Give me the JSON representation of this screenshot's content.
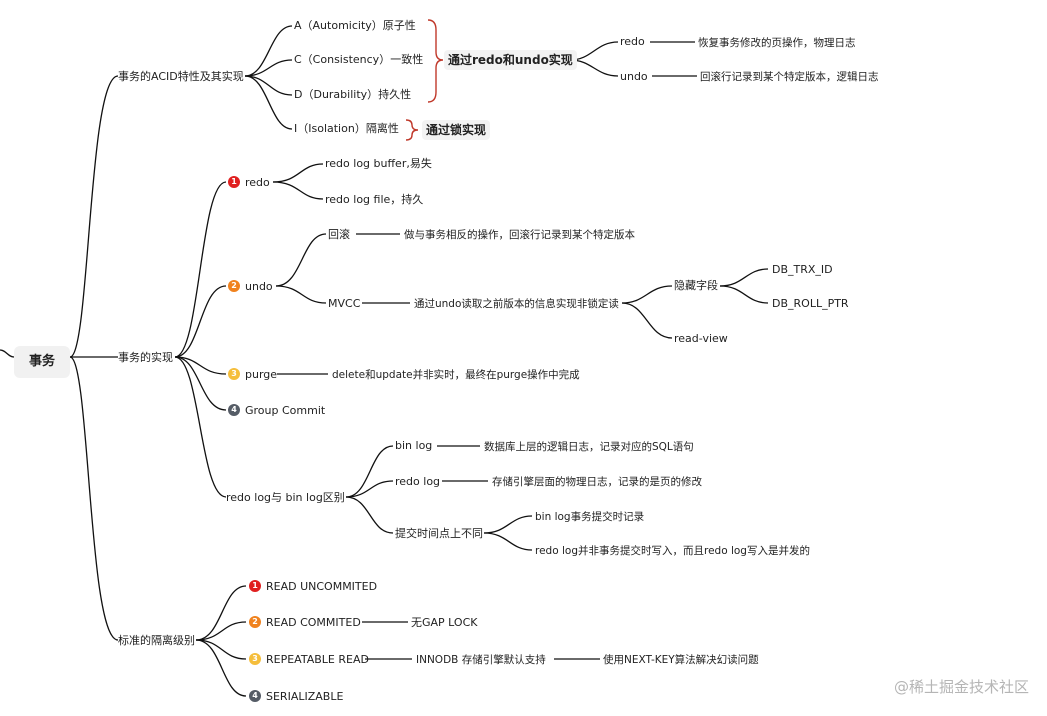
{
  "root": "事务",
  "acid": {
    "label": "事务的ACID特性及其实现",
    "items": [
      "A（Automicity）原子性",
      "C（Consistency）一致性",
      "D（Durability）持久性",
      "I（Isolation）隔离性"
    ],
    "redo_undo_box": "通过redo和undo实现",
    "lock_box": "通过锁实现",
    "redo": "redo",
    "redo_desc": "恢复事务修改的页操作，物理日志",
    "undo": "undo",
    "undo_desc": "回滚行记录到某个特定版本，逻辑日志"
  },
  "impl": {
    "label": "事务的实现",
    "redo": {
      "badge": "1",
      "label": "redo",
      "children": [
        "redo log buffer,易失",
        "redo log file，持久"
      ]
    },
    "undo": {
      "badge": "2",
      "label": "undo",
      "rollback": "回滚",
      "rollback_desc": "做与事务相反的操作，回滚行记录到某个特定版本",
      "mvcc": "MVCC",
      "mvcc_desc": "通过undo读取之前版本的信息实现非锁定读",
      "hidden": "隐藏字段",
      "hidden_children": [
        "DB_TRX_ID",
        "DB_ROLL_PTR"
      ],
      "readview": "read-view"
    },
    "purge": {
      "badge": "3",
      "label": "purge",
      "desc": "delete和update并非实时，最终在purge操作中完成"
    },
    "group_commit": {
      "badge": "4",
      "label": "Group Commit"
    },
    "diff": {
      "label": "redo log与 bin log区别",
      "binlog": "bin log",
      "binlog_desc": "数据库上层的逻辑日志，记录对应的SQL语句",
      "redolog": "redo log",
      "redolog_desc": "存储引擎层面的物理日志，记录的是页的修改",
      "time": "提交时间点上不同",
      "time_children": [
        "bin log事务提交时记录",
        "redo log并非事务提交时写入，而且redo log写入是并发的"
      ]
    }
  },
  "isolation": {
    "label": "标准的隔离级别",
    "levels": [
      {
        "badge": "1",
        "label": "READ UNCOMMITED"
      },
      {
        "badge": "2",
        "label": "READ COMMITED"
      },
      {
        "badge": "3",
        "label": "REPEATABLE READ"
      },
      {
        "badge": "4",
        "label": "SERIALIZABLE"
      }
    ],
    "rc_desc": "无GAP LOCK",
    "rr_desc": "INNODB 存储引擎默认支持",
    "rr_desc2": "使用NEXT-KEY算法解决幻读问题"
  },
  "watermark": "@稀土掘金技术社区",
  "colors": {
    "red": "#e02020",
    "orange": "#f0821e",
    "yellow": "#f5be3c",
    "gray": "#555c66",
    "brace": "#c0392b"
  }
}
